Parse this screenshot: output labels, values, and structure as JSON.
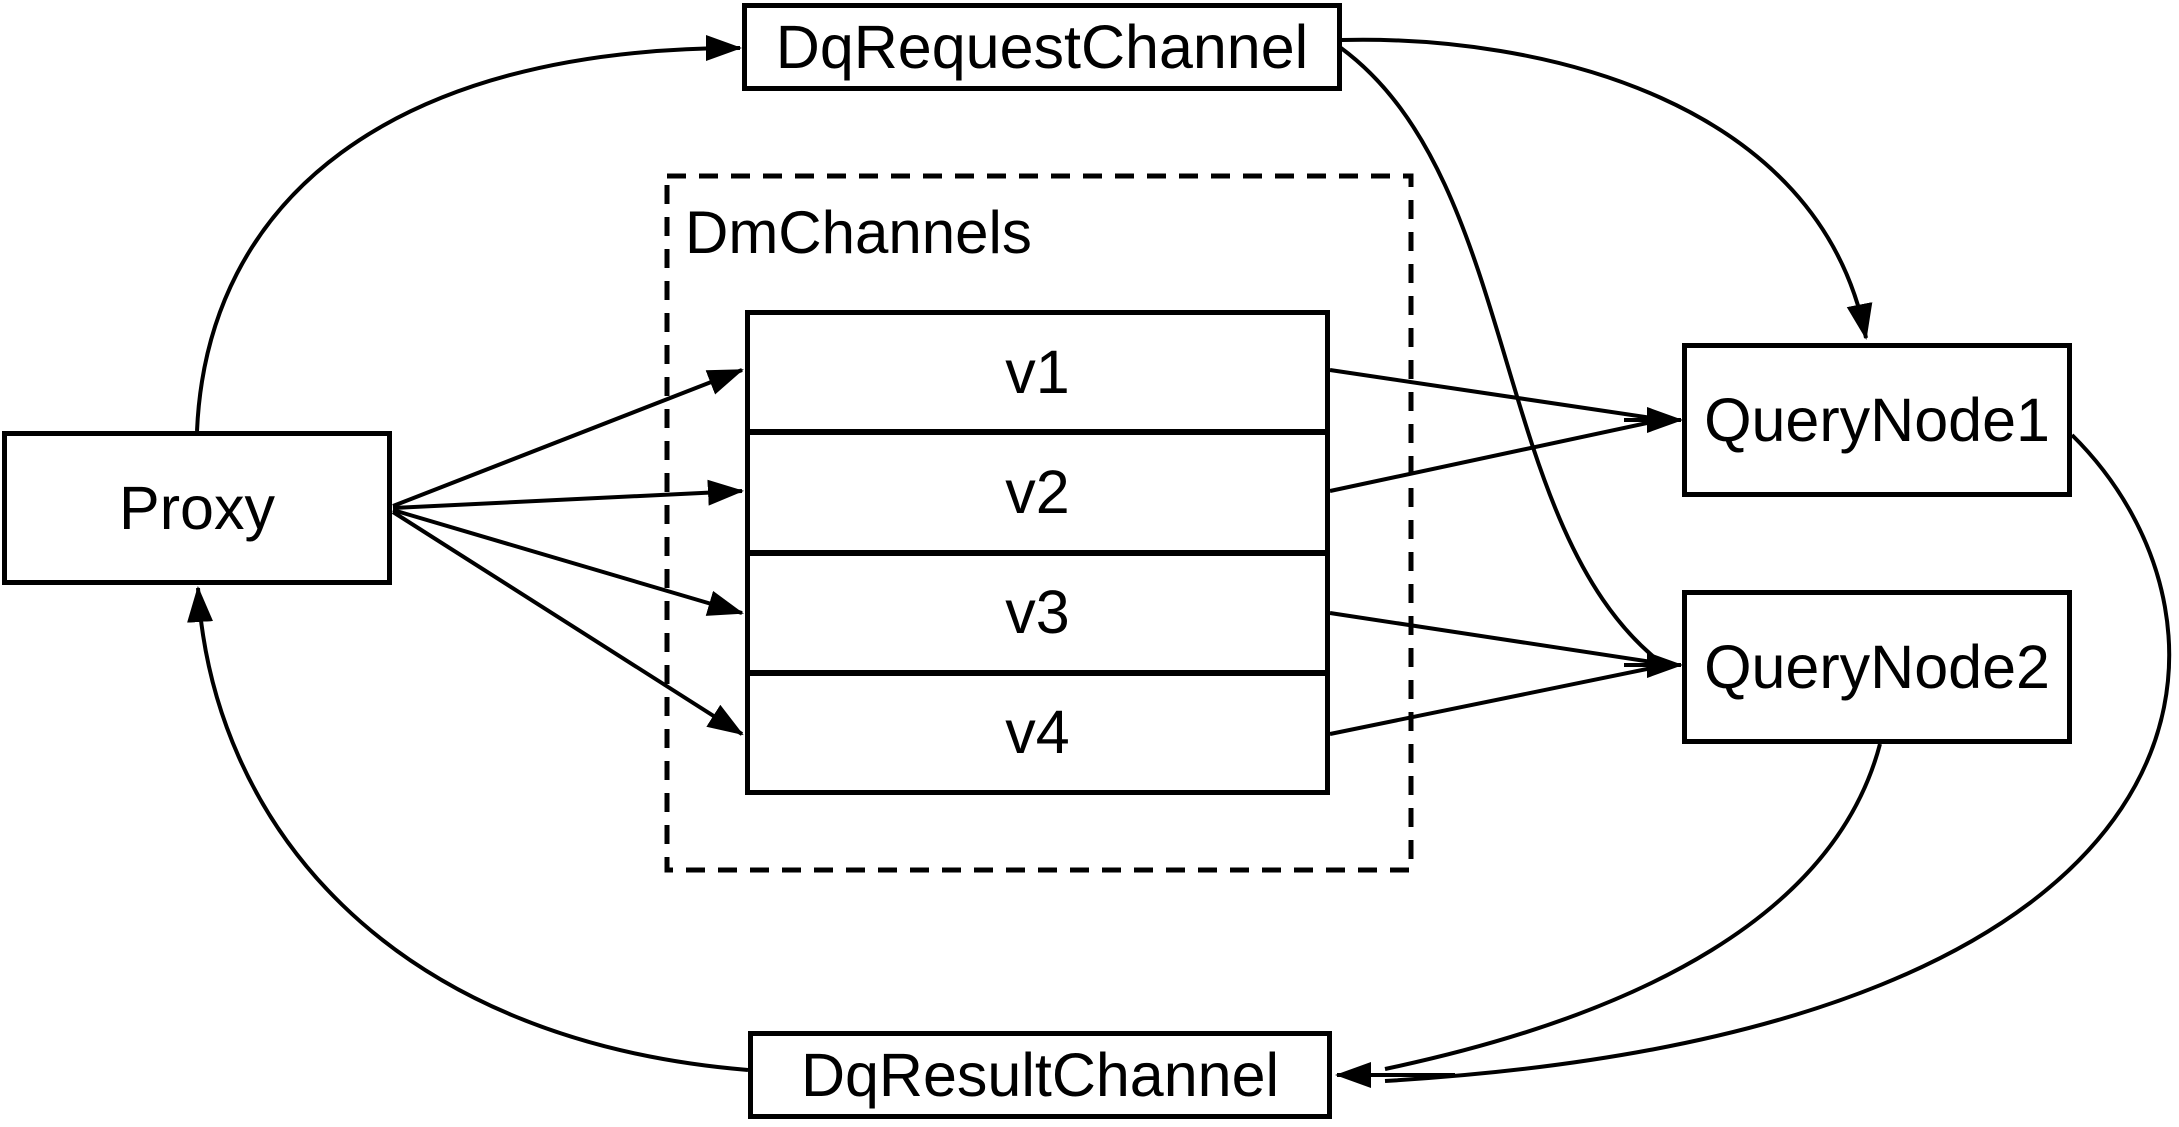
{
  "diagram": {
    "background_color": "#ffffff",
    "stroke_color": "#000000",
    "node_fill_color": "#ffffff",
    "nodes": {
      "proxy": {
        "label": "Proxy"
      },
      "dq_request_channel": {
        "label": "DqRequestChannel"
      },
      "dm_channels": {
        "label": "DmChannels",
        "channels": [
          {
            "label": "v1"
          },
          {
            "label": "v2"
          },
          {
            "label": "v3"
          },
          {
            "label": "v4"
          }
        ]
      },
      "query_node_1": {
        "label": "QueryNode1"
      },
      "query_node_2": {
        "label": "QueryNode2"
      },
      "dq_result_channel": {
        "label": "DqResultChannel"
      }
    },
    "edges": [
      {
        "from": "Proxy",
        "to": "DqRequestChannel"
      },
      {
        "from": "Proxy",
        "to": "v1"
      },
      {
        "from": "Proxy",
        "to": "v2"
      },
      {
        "from": "Proxy",
        "to": "v3"
      },
      {
        "from": "Proxy",
        "to": "v4"
      },
      {
        "from": "v1",
        "to": "QueryNode1"
      },
      {
        "from": "v2",
        "to": "QueryNode1"
      },
      {
        "from": "v3",
        "to": "QueryNode2"
      },
      {
        "from": "v4",
        "to": "QueryNode2"
      },
      {
        "from": "DqRequestChannel",
        "to": "QueryNode1"
      },
      {
        "from": "DqRequestChannel",
        "to": "QueryNode2"
      },
      {
        "from": "QueryNode1",
        "to": "DqResultChannel"
      },
      {
        "from": "QueryNode2",
        "to": "DqResultChannel"
      },
      {
        "from": "DqResultChannel",
        "to": "Proxy"
      }
    ]
  }
}
